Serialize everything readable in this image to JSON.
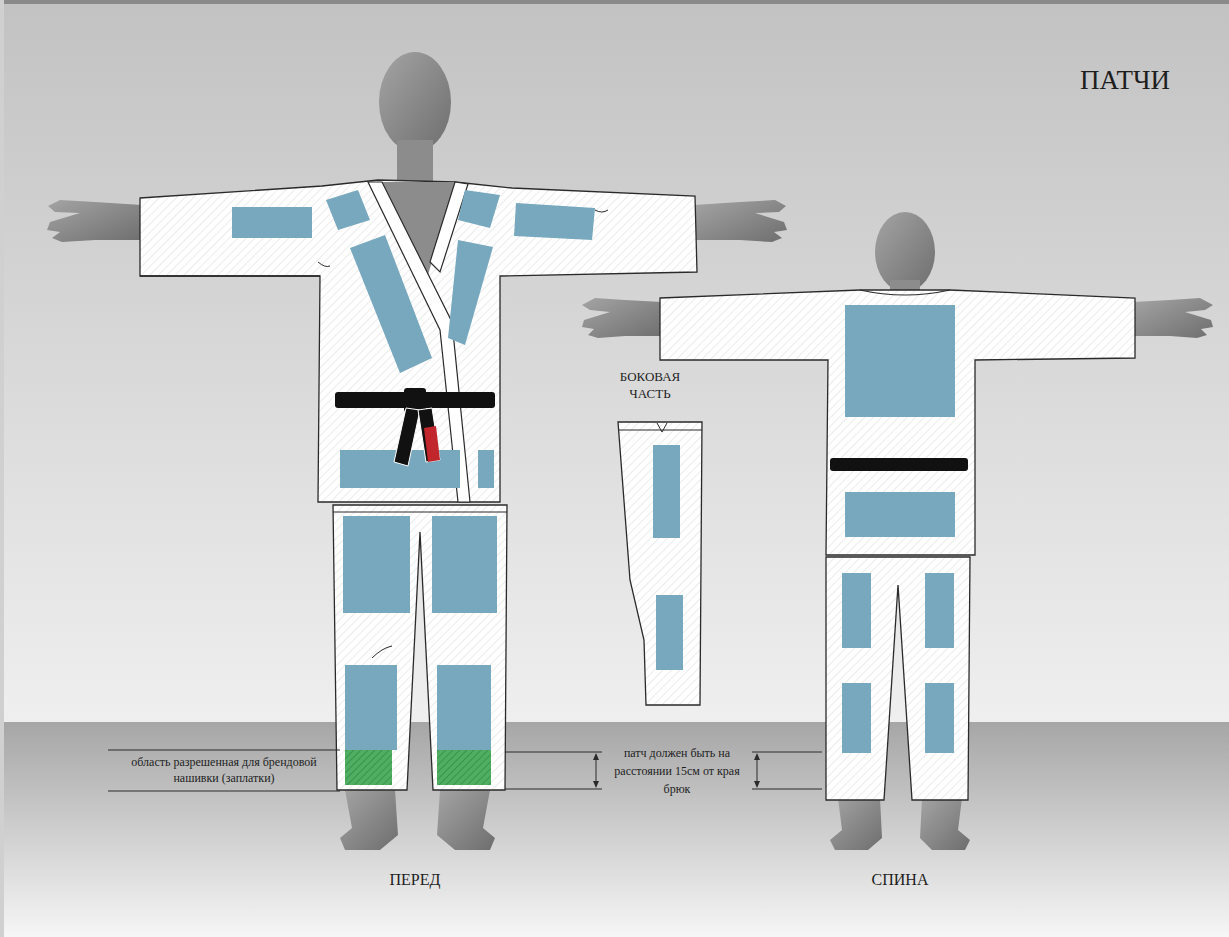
{
  "diagram": {
    "title": "ПАТЧИ",
    "labels": [
      "БОКОВАЯ ЧАСТЬ",
      "область разрешенная для брендовой нашивки (заплатки)",
      "патч должен быть на расстоянии 15см от края брюк",
      "ПЕРЕД",
      "СПИНА"
    ]
  }
}
